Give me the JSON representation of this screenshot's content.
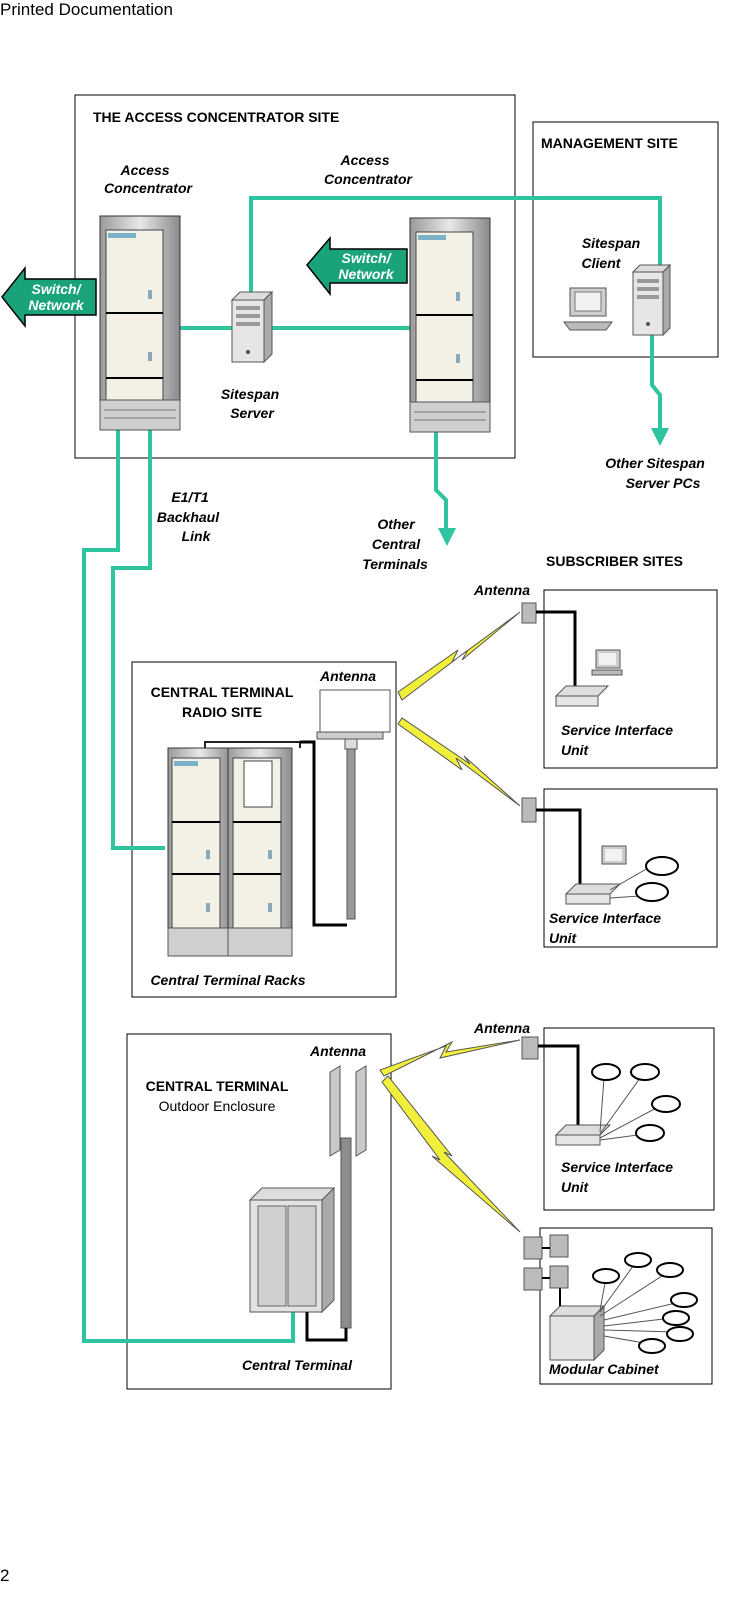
{
  "page": {
    "header": "Printed Documentation",
    "page_number": "2"
  },
  "diagram": {
    "access_site": {
      "title": "THE ACCESS CONCENTRATOR SITE",
      "ac_left": [
        "Access",
        "Concentrator"
      ],
      "ac_right": [
        "Access",
        "Concentrator"
      ],
      "server": [
        "Sitespan",
        "Server"
      ]
    },
    "switch_left": [
      "Switch/",
      "Network"
    ],
    "switch_right": [
      "Switch/",
      "Network"
    ],
    "management": {
      "title": "MANAGEMENT SITE",
      "client": [
        "Sitespan",
        "Client"
      ]
    },
    "other_server_pcs": [
      "Other Sitespan",
      "Server PCs"
    ],
    "backhaul": [
      "E1/T1",
      "Backhaul",
      "Link"
    ],
    "other_terminals": [
      "Other",
      "Central",
      "Terminals"
    ],
    "subscriber_sites_title": "SUBSCRIBER  SITES",
    "antenna_label": "Antenna",
    "radio_site": {
      "title": [
        "CENTRAL TERMINAL",
        "RADIO SITE"
      ],
      "racks_label": "Central Terminal Racks"
    },
    "outdoor": {
      "title": [
        "CENTRAL TERMINAL",
        "Outdoor Enclosure"
      ],
      "terminal_label": "Central Terminal"
    },
    "siu_label": [
      "Service Interface",
      "Unit"
    ],
    "modular_cabinet": "Modular Cabinet"
  },
  "colors": {
    "link": "#2ec4a0",
    "arrow_fill": "#1aa37a",
    "lightning": "#f0f03c",
    "rack_fill": "#f3f1e6"
  }
}
